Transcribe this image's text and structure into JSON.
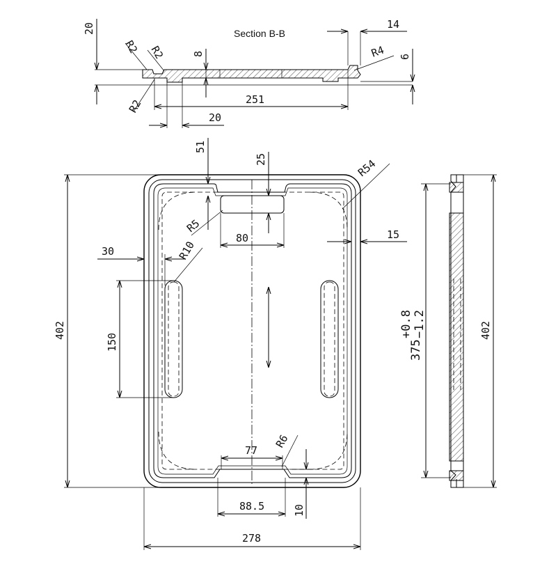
{
  "section": {
    "title": "Section B-B"
  },
  "dims": {
    "sec_r2_a": "R2",
    "sec_r2_b": "R2",
    "sec_r2_c": "R2",
    "sec_20_left": "20",
    "sec_8": "8",
    "sec_14": "14",
    "sec_r4": "R4",
    "sec_6": "6",
    "sec_251": "251",
    "sec_20_bottom": "20",
    "top_51": "51",
    "top_25": "25",
    "top_r54": "R54",
    "top_r5": "R5",
    "top_80": "80",
    "top_15": "15",
    "top_30": "30",
    "top_r10": "R10",
    "top_150": "150",
    "top_402": "402",
    "top_77": "77",
    "top_r6": "R6",
    "top_88_5": "88.5",
    "top_10": "10",
    "top_278": "278",
    "side_375": "375",
    "side_tol_plus": "+0.8",
    "side_tol_minus": "−1.2",
    "side_402": "402"
  }
}
